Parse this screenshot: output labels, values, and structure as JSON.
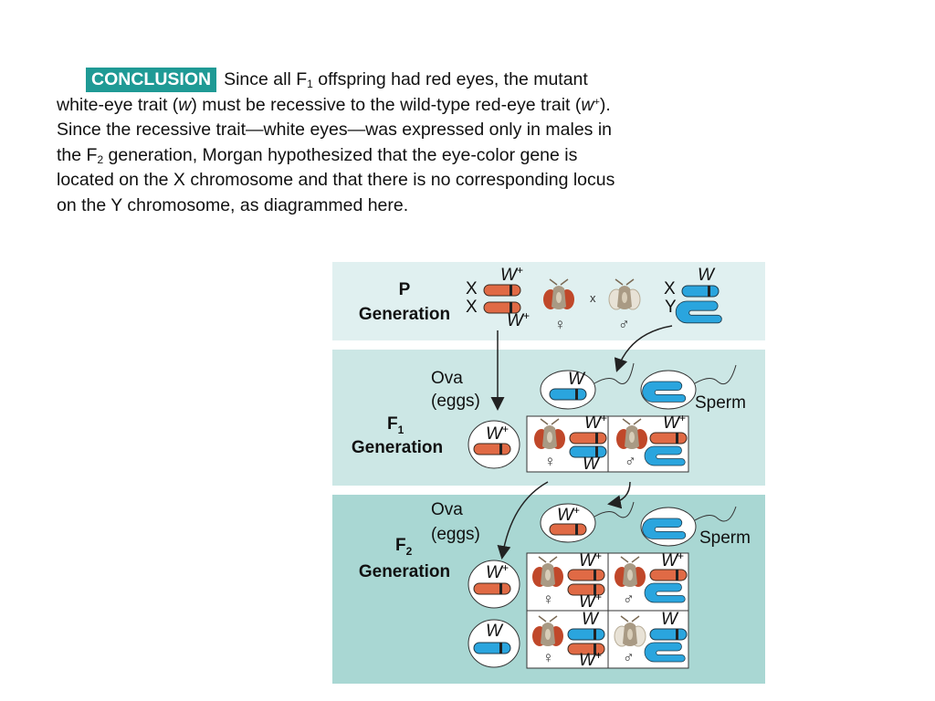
{
  "conclusion": {
    "badge": "CONCLUSION",
    "l1a": "Since all F",
    "l1sub": "1",
    "l1b": " offspring had red eyes, the mutant",
    "l2a": "white-eye trait (",
    "l2w": "w",
    "l2b": ") must be recessive to the wild-type red-eye trait (",
    "l2w2": "w",
    "l2plus": "+",
    "l2c": ").",
    "l3": "Since the recessive trait—white eyes—was expressed only in males in",
    "l4a": " the F",
    "l4sub": "2",
    "l4b": " generation, Morgan hypothesized that the eye-color gene is",
    "l5": "located on the X chromosome and that there is no corresponding locus",
    "l6": "on the Y chromosome, as diagrammed here."
  },
  "diagram": {
    "p_gen": {
      "p": "P",
      "gen": "Generation",
      "x1": "X",
      "x2": "X",
      "cross": "x",
      "x3": "X",
      "y": "Y"
    },
    "f1_gen": {
      "f": "F",
      "sub": "1",
      "gen": "Generation",
      "ova1": "Ova",
      "ova2": "(eggs)",
      "sperm": "Sperm"
    },
    "f2_gen": {
      "f": "F",
      "sub": "2",
      "gen": "Generation",
      "ova1": "Ova",
      "ova2": "(eggs)",
      "sperm": "Sperm"
    },
    "allele_w": "W",
    "plus": "+",
    "female": "♀",
    "male": "♂",
    "colors": {
      "panel_light": "#e0f0f0",
      "panel_mid": "#cce7e5",
      "panel_dark": "#a9d7d3",
      "wild_red": "#e06a45",
      "white_blue": "#2aa5de",
      "badge": "#1f9a95"
    }
  }
}
